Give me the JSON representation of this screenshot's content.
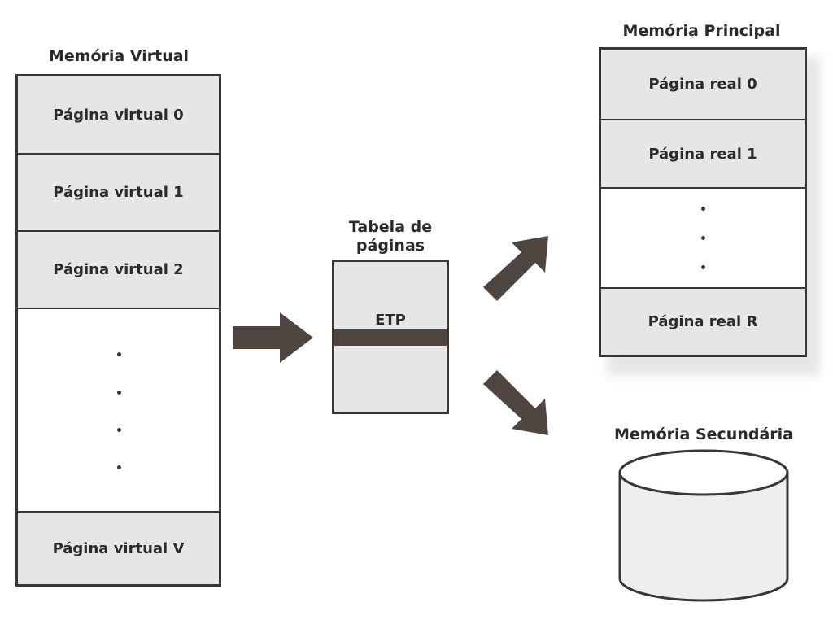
{
  "virtual_memory": {
    "title": "Memória Virtual",
    "pages": [
      "Página virtual 0",
      "Página virtual 1",
      "Página virtual 2",
      "Página virtual V"
    ]
  },
  "page_table": {
    "title_line1": "Tabela de",
    "title_line2": "páginas",
    "entry_label": "ETP"
  },
  "main_memory": {
    "title": "Memória Principal",
    "pages": [
      "Página real 0",
      "Página real 1",
      "Página real R"
    ]
  },
  "secondary_memory": {
    "title": "Memória Secundária"
  },
  "colors": {
    "border": "#3a3634",
    "arrow": "#4e4540",
    "cell_fill": "#e6e6e6"
  }
}
